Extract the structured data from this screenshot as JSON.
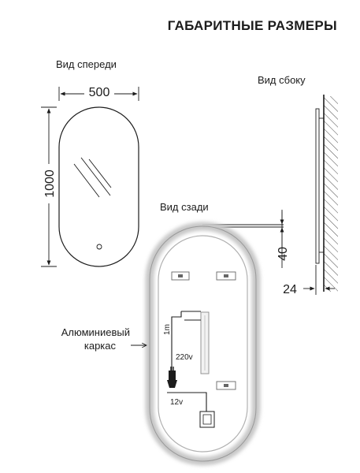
{
  "title": "ГАБАРИТНЫЕ РАЗМЕРЫ",
  "views": {
    "front": "Вид спереди",
    "side": "Вид сбоку",
    "back": "Вид сзади"
  },
  "dimensions": {
    "width": "500",
    "height": "1000",
    "frame_depth": "40",
    "wall_gap": "24"
  },
  "labels": {
    "frame_line1": "Алюминиевый",
    "frame_line2": "каркас",
    "cable_length": "1m",
    "mains_voltage": "220v",
    "output_voltage": "12v"
  },
  "colors": {
    "line": "#1c1c1c",
    "led_glow": "#c8c8c8",
    "background": "#ffffff"
  }
}
